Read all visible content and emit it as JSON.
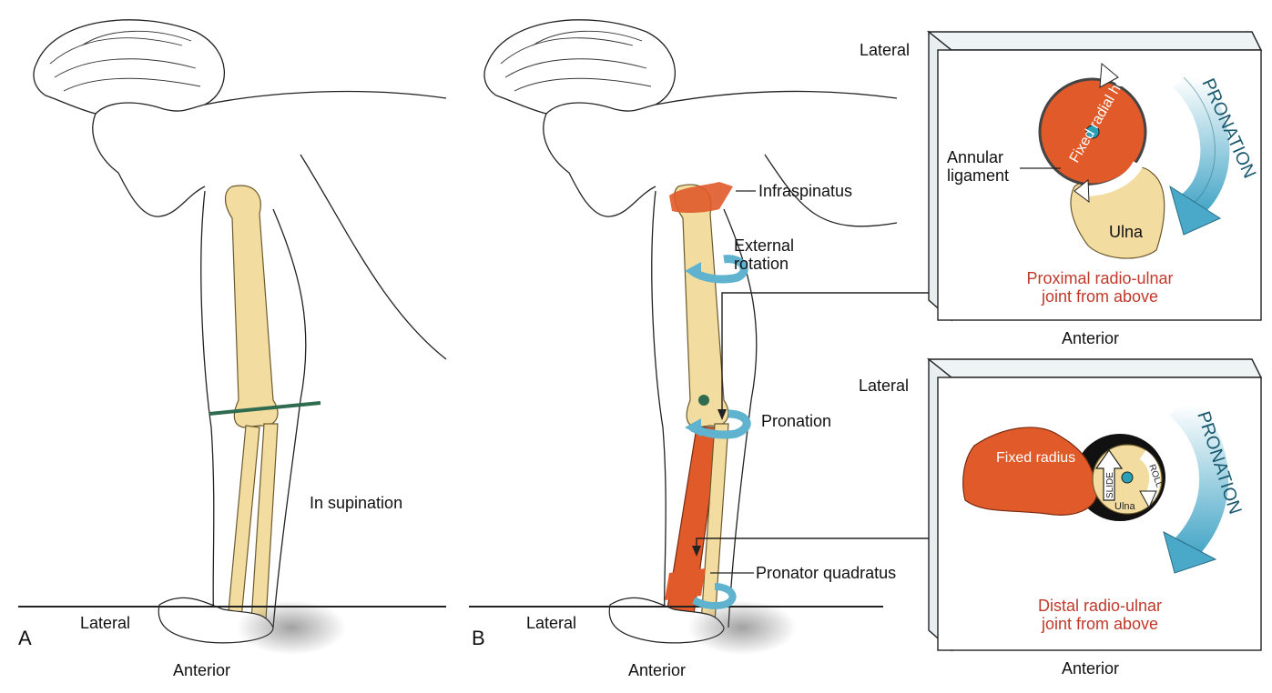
{
  "panel_a": {
    "letter": "A",
    "lateral": "Lateral",
    "anterior": "Anterior",
    "supination": "In supination"
  },
  "panel_b": {
    "letter": "B",
    "lateral": "Lateral",
    "anterior": "Anterior",
    "infraspinatus": "Infraspinatus",
    "external_rotation": "External\nrotation",
    "pronation": "Pronation",
    "pronator_quadratus": "Pronator quadratus"
  },
  "proximal_box": {
    "lateral": "Lateral",
    "anterior": "Anterior",
    "radial_head": "Fixed radial head",
    "annular_ligament": "Annular\nligament",
    "ulna": "Ulna",
    "pronation": "PRONATION",
    "caption": "Proximal radio-ulnar\njoint from above"
  },
  "distal_box": {
    "lateral": "Lateral",
    "anterior": "Anterior",
    "fixed_radius": "Fixed radius",
    "slide": "SLIDE",
    "roll": "ROLL",
    "ulna": "Ulna",
    "pronation": "PRONATION",
    "caption": "Distal radio-ulnar\njoint from above"
  },
  "colors": {
    "bone": "#f2dca0",
    "muscle": "#e05a2a",
    "arrow_blue": "#5fb3cf",
    "caption_red": "#c0392b"
  }
}
